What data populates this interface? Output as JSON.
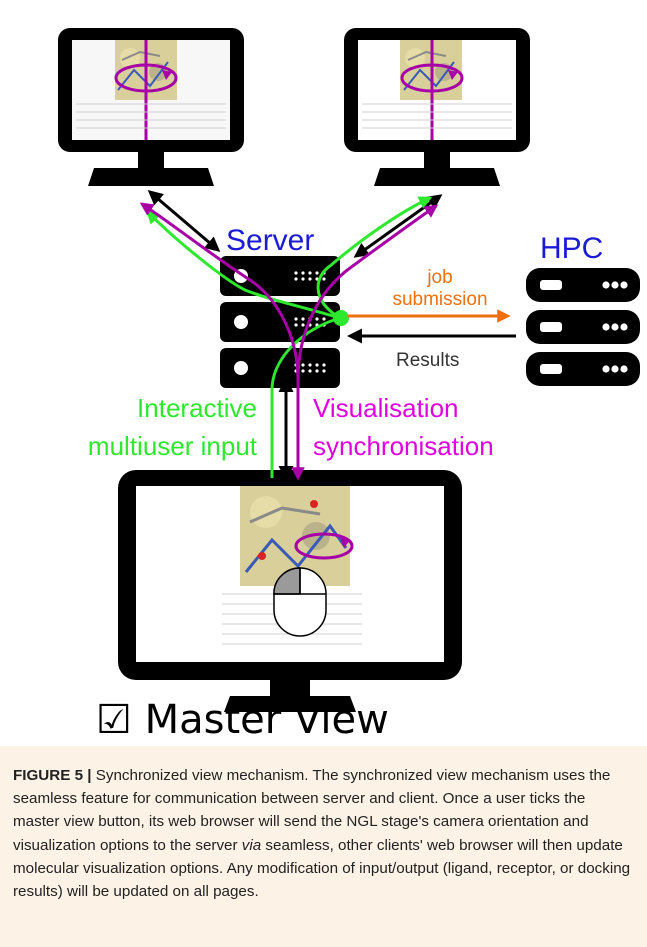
{
  "diagram": {
    "server_label": "Server",
    "hpc_label": "HPC",
    "job_label_line1": "job",
    "job_label_line2": "submission",
    "results_label": "Results",
    "interactive_line1": "Interactive",
    "interactive_line2": "multiuser input",
    "visualisation_line1": "Visualisation",
    "visualisation_line2": "synchronisation",
    "master_view_label": "☑ Master View"
  },
  "colors": {
    "blue_text": "#1b1bd6",
    "green": "#2ee82e",
    "purple": "#a600a6",
    "magenta_text": "#e000e0",
    "orange": "#f07010",
    "dark": "#000000",
    "results_text": "#333333",
    "caption_bg": "#fdf2e6"
  },
  "caption": {
    "figure_label": "FIGURE 5 |",
    "part1": " Synchronized view mechanism. The synchronized view mechanism uses the seamless feature for communication between server and client. Once a user ticks the master view button, its web browser will send the NGL stage's camera orientation and visualization options to the server ",
    "via": "via",
    "part2": " seamless, other clients' web browser will then update molecular visualization options. Any modification of input/output (ligand, receptor, or docking results) will be updated on all pages."
  }
}
